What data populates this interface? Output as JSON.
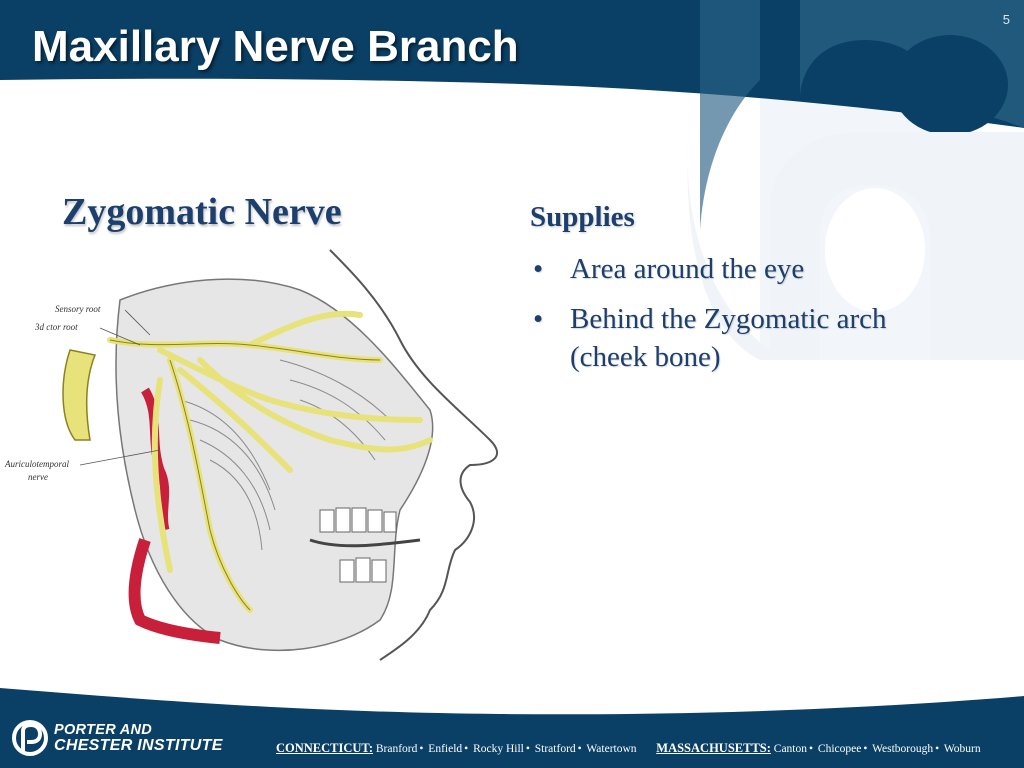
{
  "slide": {
    "page_number": "5",
    "title": "Maxillary Nerve Branch",
    "sub_heading": "Zygomatic Nerve",
    "supplies_heading": "Supplies",
    "bullets": [
      "Area around the eye",
      "Behind the Zygomatic arch (cheek bone)"
    ]
  },
  "figure": {
    "labels": {
      "sensory_root": "Sensory root",
      "motor_root": "3d ctor root",
      "auriculotemporal": "Auriculotemporal",
      "auriculotemporal_2": "nerve"
    }
  },
  "footer": {
    "brand_line1": "PORTER AND",
    "brand_line2": "CHESTER INSTITUTE",
    "ct_label": "CONNECTICUT:",
    "ct_towns": [
      "Branford",
      "Enfield",
      "Rocky Hill",
      "Stratford",
      "Watertown"
    ],
    "ma_label": "MASSACHUSETTS:",
    "ma_towns": [
      "Canton",
      "Chicopee",
      "Westborough",
      "Woburn"
    ]
  },
  "colors": {
    "navy": "#0a4066",
    "title_text": "#ffffff",
    "heading_text": "#1c3f6e",
    "watermark": "#eef3f8",
    "nerve_yellow": "#e8e27a",
    "artery_red": "#c8203a"
  }
}
